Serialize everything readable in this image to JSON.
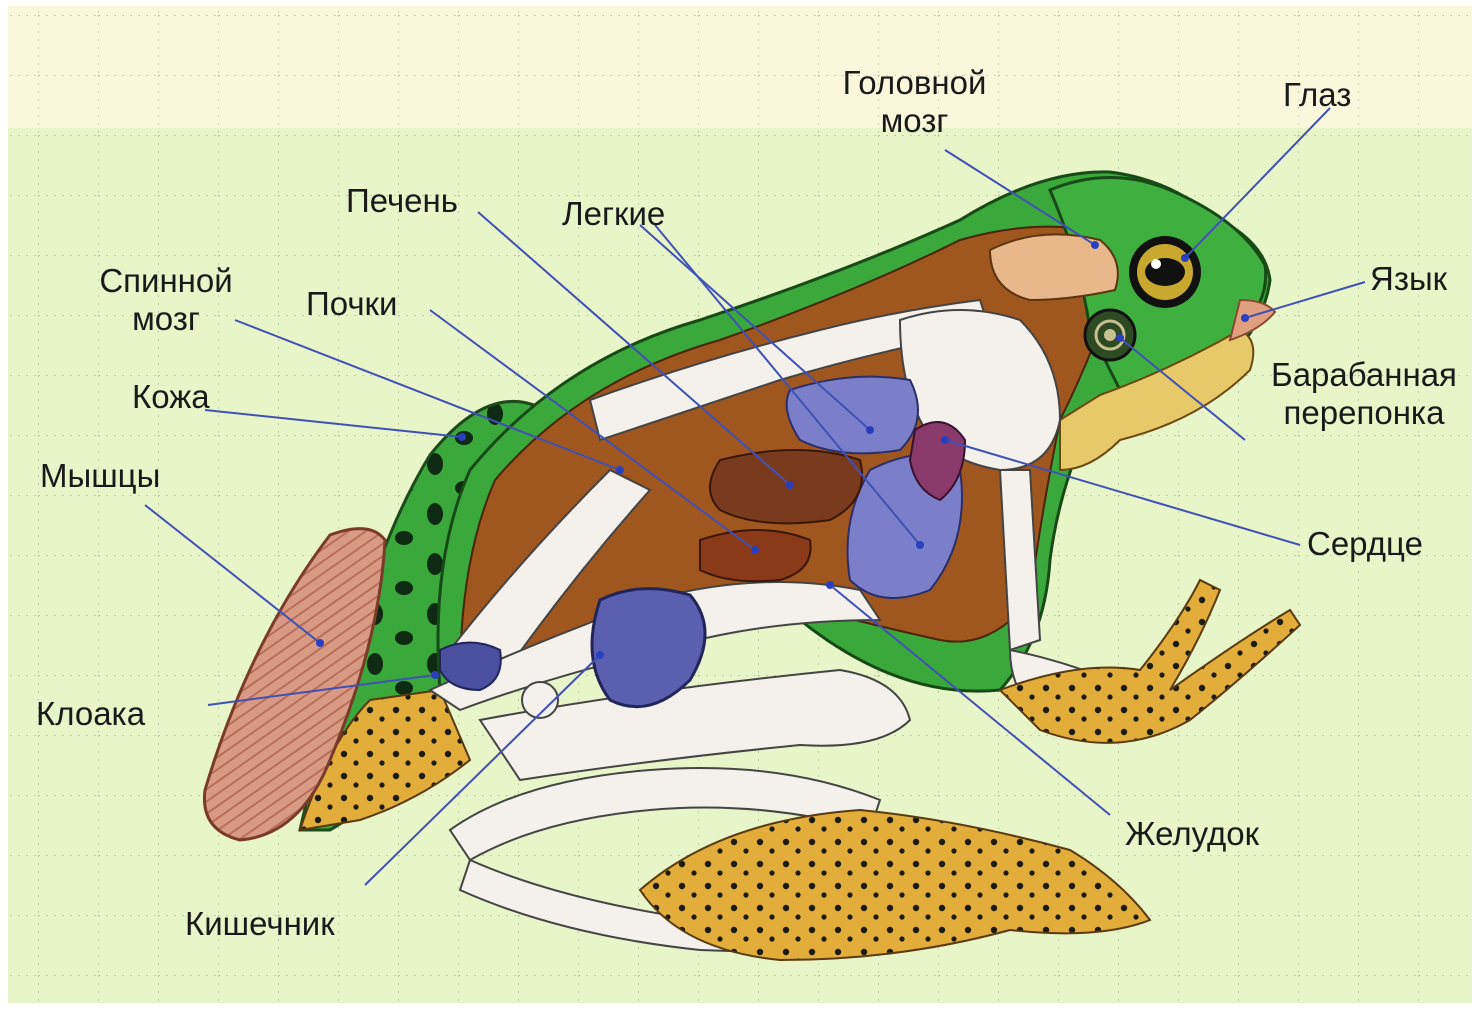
{
  "labels": {
    "brain": [
      "Головной",
      "мозг"
    ],
    "eye": "Глаз",
    "liver": "Печень",
    "lungs": "Легкие",
    "spinal_cord": [
      "Спинной",
      "мозг"
    ],
    "kidneys": "Почки",
    "tongue": "Язык",
    "skin": "Кожа",
    "tympanum": [
      "Барабанная",
      "перепонка"
    ],
    "muscles": "Мышцы",
    "heart": "Сердце",
    "cloaca": "Клоака",
    "stomach": "Желудок",
    "intestine": "Кишечник"
  },
  "colors": {
    "background_top": "#fbf7dc",
    "background_main": "#e8f5c8",
    "skin_green": "#3aa83a",
    "body_cavity": "#a0561f",
    "bone": "#f4f1ec",
    "organ_blue": "#7b7fc9",
    "liver": "#7a3a1e",
    "spots_yellow": "#e8b43a",
    "leader_line": "#3f51b5"
  }
}
